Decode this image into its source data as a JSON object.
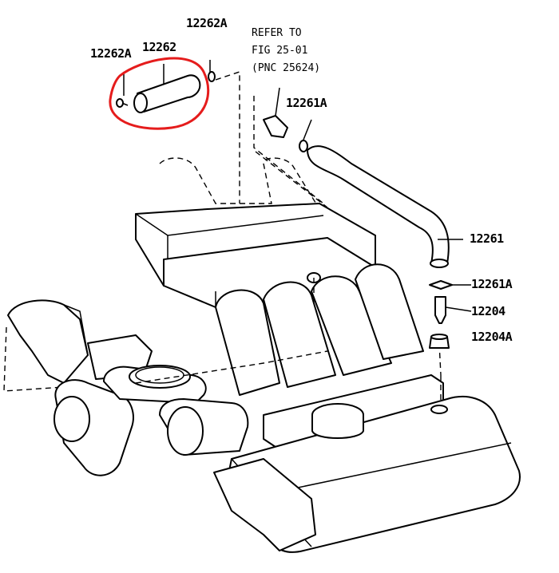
{
  "diagram": {
    "note": {
      "line1": "REFER TO",
      "line2": "FIG 25-01",
      "line3": "(PNC 25624)"
    },
    "labels": {
      "clip_upper_right": "12262A",
      "clip_upper_left": "12262A",
      "hose_highlighted": "12262",
      "clamp_upper": "12261A",
      "hose_long": "12261",
      "clamp_lower": "12261A",
      "pcv_valve": "12204",
      "grommet": "12204A"
    },
    "highlight_color": "#e51c1c"
  }
}
